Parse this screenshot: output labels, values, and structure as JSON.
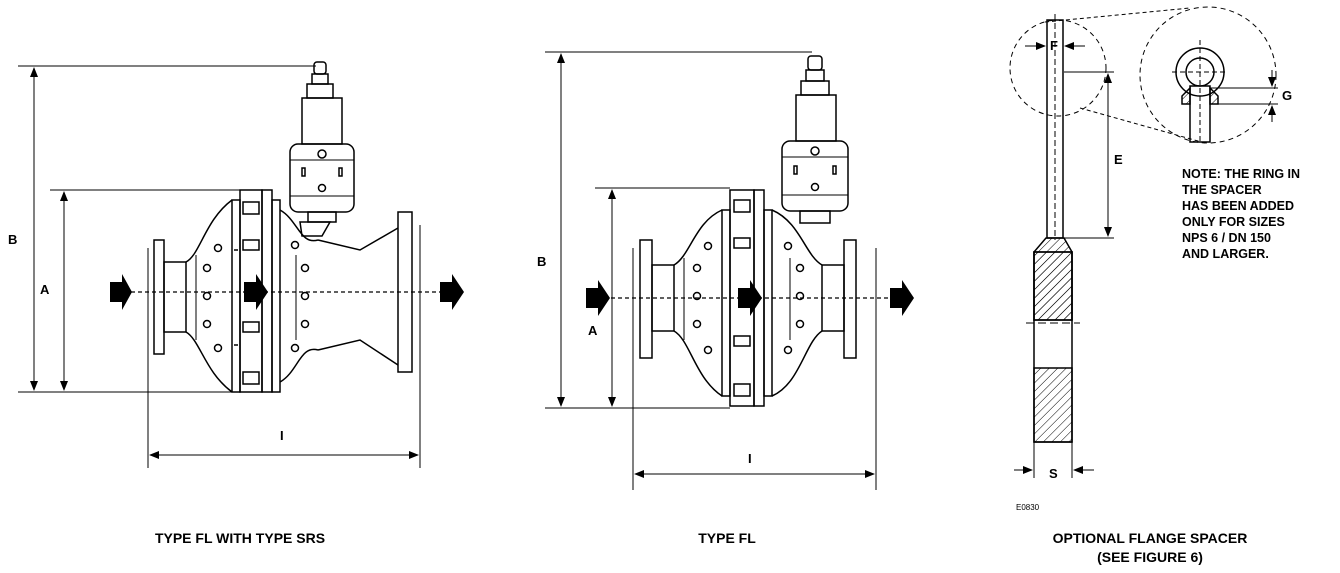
{
  "figures": [
    {
      "caption": "TYPE FL WITH TYPE SRS",
      "dims": {
        "a": "A",
        "b": "B",
        "i": "I"
      }
    },
    {
      "caption": "TYPE FL",
      "dims": {
        "a": "A",
        "b": "B",
        "i": "I"
      }
    },
    {
      "caption_lines": [
        "OPTIONAL FLANGE SPACER",
        "(SEE FIGURE 6)"
      ],
      "dims": {
        "e": "E",
        "f": "F",
        "g": "G",
        "s": "S"
      },
      "note_lines": [
        "NOTE: THE RING IN",
        "THE SPACER",
        "HAS BEEN ADDED",
        "ONLY FOR SIZES",
        "NPS 6 / DN 150",
        "AND LARGER."
      ],
      "drawing_code": "E0830"
    }
  ],
  "colors": {
    "line": "#000000",
    "background": "#ffffff"
  }
}
